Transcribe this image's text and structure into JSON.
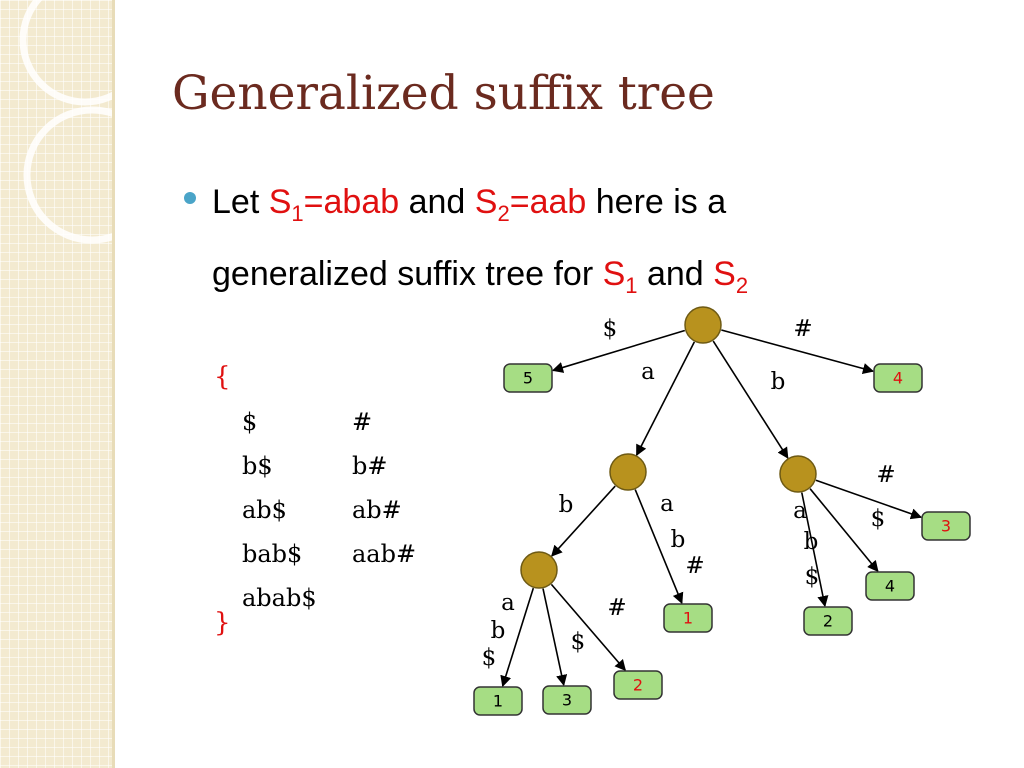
{
  "title": "Generalized suffix tree",
  "intro": {
    "line1_let": "Let ",
    "s1": "S",
    "s1_sub": "1",
    "s1_value": "=abab",
    "and1": " and ",
    "s2": "S",
    "s2_sub": "2",
    "s2_value": "=aab",
    "line1_rest": " here is a",
    "line2_text": "generalized suffix tree for ",
    "t1": "S",
    "t1_sub": "1",
    "and2": " and ",
    "t2": "S",
    "t2_sub": "2"
  },
  "suffix_sets": {
    "open_brace": "{",
    "close_brace": "}",
    "s1_suffixes": [
      "$",
      "b$",
      "ab$",
      "bab$",
      "abab$"
    ],
    "s2_suffixes": [
      "#",
      "b#",
      "ab#",
      "aab#"
    ]
  },
  "tree": {
    "colors": {
      "internal_node_fill": "#b8921e",
      "leaf_fill": "#a6dd84",
      "leaf_label_s1": "#000000",
      "leaf_label_s2": "#e01010"
    },
    "nodes": [
      {
        "id": "root",
        "kind": "internal"
      },
      {
        "id": "n_a",
        "kind": "internal"
      },
      {
        "id": "n_b",
        "kind": "internal"
      },
      {
        "id": "n_ab",
        "kind": "internal"
      },
      {
        "id": "leaf5",
        "kind": "leaf",
        "label": "5",
        "string": 1
      },
      {
        "id": "leaf4r",
        "kind": "leaf",
        "label": "4",
        "string": 2
      },
      {
        "id": "leaf1r",
        "kind": "leaf",
        "label": "1",
        "string": 2
      },
      {
        "id": "leaf3r",
        "kind": "leaf",
        "label": "3",
        "string": 2
      },
      {
        "id": "leaf4b",
        "kind": "leaf",
        "label": "4",
        "string": 1
      },
      {
        "id": "leaf2b",
        "kind": "leaf",
        "label": "2",
        "string": 1
      },
      {
        "id": "leaf1b",
        "kind": "leaf",
        "label": "1",
        "string": 1
      },
      {
        "id": "leaf3b",
        "kind": "leaf",
        "label": "3",
        "string": 1
      },
      {
        "id": "leaf2r",
        "kind": "leaf",
        "label": "2",
        "string": 2
      }
    ],
    "edges": [
      {
        "from": "root",
        "to": "leaf5",
        "label": [
          "$"
        ]
      },
      {
        "from": "root",
        "to": "leaf4r",
        "label": [
          "#"
        ]
      },
      {
        "from": "root",
        "to": "n_a",
        "label": [
          "a"
        ]
      },
      {
        "from": "root",
        "to": "n_b",
        "label": [
          "b"
        ]
      },
      {
        "from": "n_a",
        "to": "n_ab",
        "label": [
          "b"
        ]
      },
      {
        "from": "n_a",
        "to": "leaf1r",
        "label": [
          "a",
          "b",
          "#"
        ]
      },
      {
        "from": "n_b",
        "to": "leaf3r",
        "label": [
          "#"
        ]
      },
      {
        "from": "n_b",
        "to": "leaf4b",
        "label": [
          "$"
        ]
      },
      {
        "from": "n_b",
        "to": "leaf2b",
        "label": [
          "a",
          "b",
          "$"
        ]
      },
      {
        "from": "n_ab",
        "to": "leaf1b",
        "label": [
          "a",
          "b",
          "$"
        ]
      },
      {
        "from": "n_ab",
        "to": "leaf3b",
        "label": [
          "$"
        ]
      },
      {
        "from": "n_ab",
        "to": "leaf2r",
        "label": [
          "#"
        ]
      }
    ]
  }
}
